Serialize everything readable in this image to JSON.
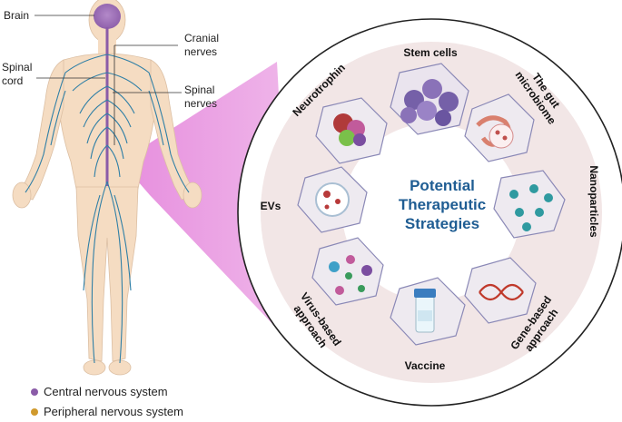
{
  "anatomy_labels": {
    "brain": "Brain",
    "cranial": [
      "Cranial",
      "nerves"
    ],
    "spinal_cord": [
      "Spinal",
      "cord"
    ],
    "spinal_nerves": [
      "Spinal",
      "nerves"
    ]
  },
  "legend": [
    {
      "label": "Central nervous system",
      "color": "#8b5ca8"
    },
    {
      "label": "Peripheral nervous system",
      "color": "#d09a2e"
    }
  ],
  "center_title": [
    "Potential",
    "Therapeutic",
    "Strategies"
  ],
  "strategies": {
    "stem_cells": "Stem cells",
    "gut": [
      "The gut",
      "microbiome"
    ],
    "nanoparticles": "Nanoparticles",
    "gene": [
      "Gene-based",
      "approach"
    ],
    "vaccine": "Vaccine",
    "virus": [
      "Virus-based",
      "approach"
    ],
    "evs": "EVs",
    "neurotrophin": "Neurotrophin"
  },
  "colors": {
    "body": "#f5dcc2",
    "nerves": "#2f7fa6",
    "brain": "#9b6bb5",
    "magenta": "#e07ad6",
    "circle_ring": "#f2e6e6",
    "center_text": "#1f5d93"
  }
}
